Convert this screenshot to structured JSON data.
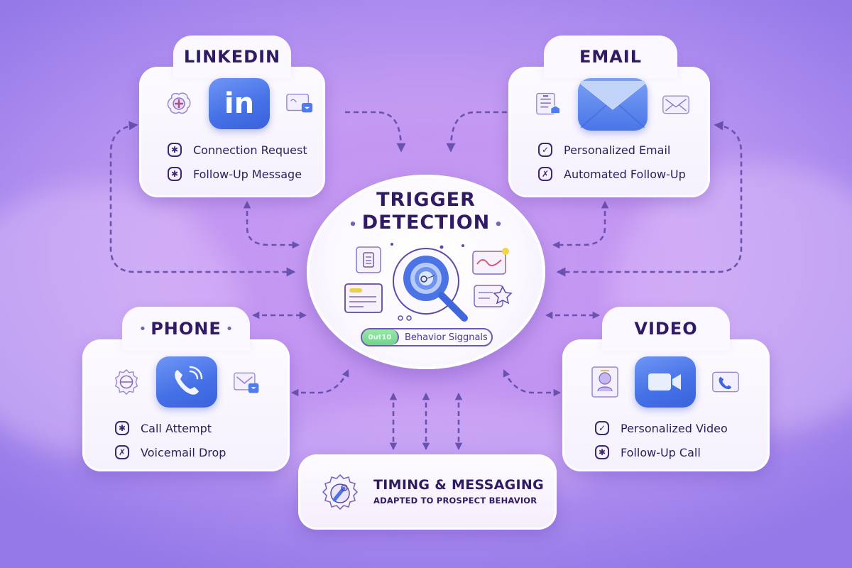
{
  "colors": {
    "background_center": "#d9b8f7",
    "background_edge": "#9579e8",
    "card_bg": "#fbf8ff",
    "title_text": "#2f1a63",
    "accent_blue": "#4470e6",
    "connector": "#6a52b0",
    "pill_green": "#6fd48a",
    "highlight_yellow": "#f5d442"
  },
  "hub": {
    "title_line1": "TRIGGER",
    "title_line2": "DETECTION",
    "icon": "magnifier-target-icon",
    "surrounding_icons": [
      "document-icon",
      "text-card-icon",
      "chart-card-icon",
      "star-card-icon"
    ],
    "pill": {
      "tag": "0ut10",
      "label": "Behavior Siggnals"
    }
  },
  "channels": [
    {
      "id": "linkedin",
      "title": "LINKEDIN",
      "main_icon": "linkedin-icon",
      "main_icon_text": "in",
      "left_icon": "add-connection-icon",
      "right_icon": "message-card-icon",
      "items": [
        {
          "label": "Connection Request",
          "mark": "✱"
        },
        {
          "label": "Follow-Up Message",
          "mark": "✱"
        }
      ]
    },
    {
      "id": "email",
      "title": "EMAIL",
      "main_icon": "envelope-icon",
      "left_icon": "document-attachment-icon",
      "right_icon": "envelope-outline-icon",
      "items": [
        {
          "label": "Personalized Email",
          "mark": "✓"
        },
        {
          "label": "Automated Follow-Up",
          "mark": "✗"
        }
      ]
    },
    {
      "id": "phone",
      "title": "PHONE",
      "main_icon": "phone-call-icon",
      "left_icon": "settings-gear-icon",
      "right_icon": "voicemail-envelope-icon",
      "items": [
        {
          "label": "Call Attempt",
          "mark": "✱"
        },
        {
          "label": "Voicemail Drop",
          "mark": "✗"
        }
      ]
    },
    {
      "id": "video",
      "title": "VIDEO",
      "main_icon": "video-camera-icon",
      "left_icon": "person-profile-icon",
      "right_icon": "phone-card-icon",
      "items": [
        {
          "label": "Personalized Video",
          "mark": "✓"
        },
        {
          "label": "Follow-Up Call",
          "mark": "✱"
        }
      ]
    }
  ],
  "timing": {
    "title": "TIMING & MESSAGING",
    "subtitle": "ADAPTED TO PROSPECT BEHAVIOR",
    "icon": "gear-wrench-icon"
  }
}
